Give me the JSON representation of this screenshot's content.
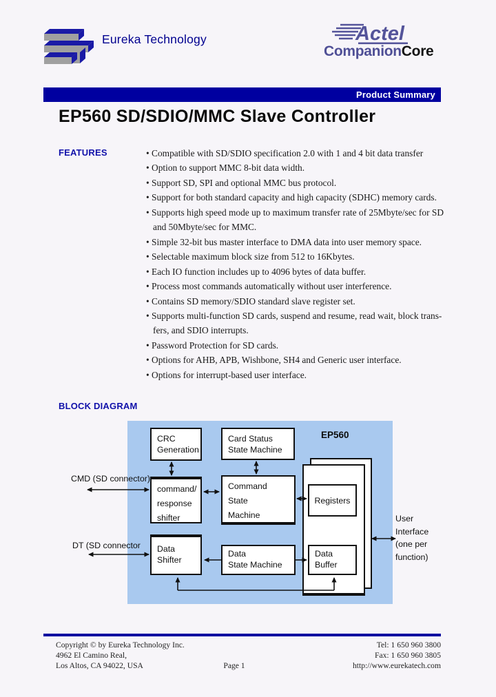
{
  "header": {
    "company": "Eureka Technology",
    "partner_brand": "Actel",
    "partner_program_blue": "Companion",
    "partner_program_black": "Core"
  },
  "banner": {
    "label": "Product Summary"
  },
  "title": "EP560 SD/SDIO/MMC Slave Controller",
  "features": {
    "heading": "FEATURES",
    "items": [
      "Compatible with SD/SDIO specification 2.0 with 1 and 4 bit data transfer",
      "Option to support MMC 8-bit data width.",
      "Support SD, SPI and optional MMC bus protocol.",
      "Support for both standard capacity and high capacity (SDHC) memory cards.",
      "Supports high speed mode up to maximum transfer rate of 25Mbyte/sec for SD\nand 50Mbyte/sec for MMC.",
      "Simple 32-bit bus master interface to DMA data into user memory space.",
      "Selectable maximum block size from 512 to 16Kbytes.",
      "Each IO function includes up to 4096 bytes of data buffer.",
      "Process most commands automatically without user interference.",
      "Contains SD memory/SDIO standard slave register set.",
      "Supports multi-function SD cards, suspend and resume, read wait, block trans-\nfers, and SDIO interrupts.",
      "Password Protection for SD cards.",
      "Options for AHB, APB, Wishbone, SH4 and Generic user interface.",
      "Options for interrupt-based user interface."
    ]
  },
  "diagram": {
    "heading": "BLOCK DIAGRAM",
    "chip": "EP560",
    "boxes": {
      "crc": "CRC\nGeneration",
      "card_status": "Card Status\nState Machine",
      "cmd_shifter": "command/\nresponse\nshifter",
      "command_sm": "Command\nState\nMachine",
      "registers": "Registers",
      "data_shifter": "Data\nShifter",
      "data_sm": "Data\nState Machine",
      "data_buffer": "Data\nBuffer"
    },
    "labels": {
      "cmd": "CMD (SD connector)",
      "dt": "DT (SD connector",
      "user": "User\nInterface\n(one per\nfunction)"
    }
  },
  "footer": {
    "copyright": "Copyright © by Eureka Technology Inc.",
    "address1": "4962 El Camino Real,",
    "address2": "Los Altos, CA 94022, USA",
    "page": "Page 1",
    "tel": "Tel: 1 650 960 3800",
    "fax": "Fax: 1 650 960 3805",
    "url": "http://www.eurekatech.com"
  },
  "colors": {
    "banner_navy": "#0000a0",
    "heading_blue": "#1111aa",
    "diagram_bg": "#a9c9ef",
    "brand_purple": "#54549a",
    "logo_blue": "#1a1aa6",
    "logo_gray": "#a0a0a0"
  }
}
